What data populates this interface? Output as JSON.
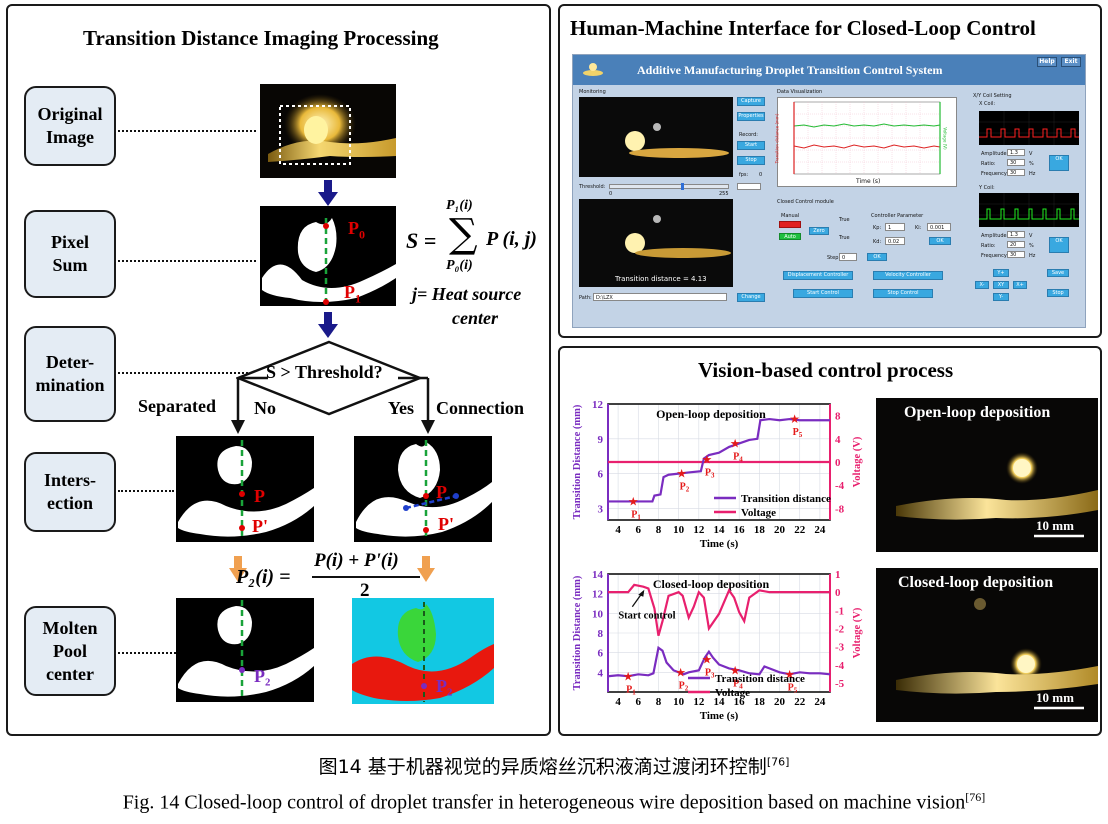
{
  "left": {
    "title": "Transition Distance Imaging Processing",
    "stages": [
      "Original\nImage",
      "Pixel\nSum",
      "Deter-\nmination",
      "Inters-\nection",
      "Molten\nPool\ncenter"
    ],
    "formula_s": "S =",
    "formula_top": "P₁(i)",
    "formula_bottom": "P₀(i)",
    "formula_term": "P (i, j)",
    "formula_j": "j= Heat source",
    "formula_j2": "center",
    "p0": "P",
    "p0_sub": "0",
    "p1": "P",
    "p1_sub": "1",
    "diamond": "S > Threshold?",
    "separated": "Separated",
    "no": "No",
    "yes": "Yes",
    "connection": "Connection",
    "p": "P",
    "p_prime": "P'",
    "p2_lhs": "P₂(i) =",
    "p2_num": "P(i) + P'(i)",
    "p2_den": "2",
    "p2": "P₂"
  },
  "hmi": {
    "title": "Human-Machine Interface for Closed-Loop Control",
    "app_title": "Additive Manufacturing Droplet Transition Control System",
    "help": "Help",
    "exit": "Exit",
    "monitoring": "Monitoring",
    "capture": "Capture",
    "properties": "Properties",
    "record": "Record:",
    "start": "Start",
    "stop": "Stop",
    "fps_label": "fps:",
    "fps_value": "0",
    "threshold": "Threshold:",
    "threshold_min": "0",
    "threshold_max": "255",
    "data_vis": "Data Visualization",
    "chart_y_left": "Transition distance (mm)",
    "chart_y_right": "Voltage (V)",
    "chart_x": "Time (s)",
    "xy_coil": "X/Y Coil Setting",
    "x_coil": "X Coil:",
    "y_coil": "Y Coil:",
    "amplitude": "Amplitude:",
    "ratio": "Ratio:",
    "frequency": "Frequency:",
    "x_amp": "1.3",
    "x_ratio": "30",
    "x_freq": "30",
    "y_amp": "1.3",
    "y_ratio": "20",
    "y_freq": "30",
    "unit_v": "V",
    "unit_pct": "%",
    "unit_hz": "Hz",
    "ok": "OK",
    "closed_module": "Closed Control module",
    "manual": "Manual",
    "auto": "Auto",
    "zero": "Zero",
    "true1": "True",
    "true2": "True",
    "controller_param": "Controller Parameter",
    "kp_label": "Kp:",
    "kp_value": "1",
    "ki_label": "Ki:",
    "ki_value": "0.001",
    "kd_label": "Kd:",
    "kd_value": "0.02",
    "step_label": "Step:",
    "step_value": "0",
    "transition_readout": "Transition distance = 4.13",
    "disp_ctrl": "Displacement Controller",
    "vel_ctrl": "Velocity Controller",
    "start_ctrl": "Start Control",
    "stop_ctrl": "Stop Control",
    "path_label": "Path:",
    "path_value": "D:\\LZX",
    "change": "Change",
    "y_plus": "Y+",
    "y_minus": "Y-",
    "x_minus": "X-",
    "xy": "XY",
    "x_plus": "X+",
    "save": "Save",
    "stop2": "Stop"
  },
  "vision": {
    "title": "Vision-based control process",
    "open_photo": "Open-loop deposition",
    "closed_photo": "Closed-loop deposition",
    "scale": "10 mm",
    "start_control": "Start control"
  },
  "caption": {
    "cn": "图14  基于机器视觉的异质熔丝沉积液滴过渡闭环控制",
    "cn_ref": "[76]",
    "en": "Fig. 14 Closed-loop control of droplet transfer in heterogeneous wire deposition based on machine vision",
    "en_ref": "[76]"
  },
  "chart_data": [
    {
      "type": "line",
      "title": "Open-loop deposition",
      "xlabel": "Time (s)",
      "ylabel": "Transition Distance (mm)",
      "y2label": "Voltage (V)",
      "xlim": [
        3,
        25
      ],
      "ylim": [
        2,
        12
      ],
      "y2lim": [
        -10,
        10
      ],
      "xticks": [
        4,
        6,
        8,
        10,
        12,
        14,
        16,
        18,
        20,
        22,
        24
      ],
      "yticks": [
        3,
        6,
        9,
        12
      ],
      "y2ticks": [
        -8,
        -4,
        0,
        4,
        8
      ],
      "legend": "lower-right",
      "series": [
        {
          "name": "Transition distance",
          "color": "#7a2cc0",
          "x": [
            3,
            7.4,
            7.6,
            8.2,
            8.5,
            9,
            10,
            11,
            12.2,
            12.5,
            13,
            14,
            15,
            16,
            17,
            17.8,
            18.1,
            19,
            20,
            21,
            22,
            23,
            24,
            25
          ],
          "y": [
            3.6,
            3.6,
            4.1,
            4.2,
            5.7,
            5.9,
            6.0,
            6.1,
            6.2,
            7.3,
            7.6,
            7.8,
            8.3,
            8.6,
            8.9,
            9.0,
            10.6,
            10.7,
            10.6,
            10.7,
            10.6,
            10.6,
            10.6,
            10.6
          ]
        },
        {
          "name": "Voltage",
          "color": "#e8206e",
          "x": [
            3,
            25
          ],
          "y": [
            0,
            0
          ]
        }
      ],
      "markers": [
        {
          "label": "P1",
          "x": 5.5,
          "y": 3.6
        },
        {
          "label": "P2",
          "x": 10.3,
          "y": 6.0
        },
        {
          "label": "P3",
          "x": 12.8,
          "y": 7.2
        },
        {
          "label": "P4",
          "x": 15.6,
          "y": 8.6
        },
        {
          "label": "P5",
          "x": 21.5,
          "y": 10.7
        }
      ]
    },
    {
      "type": "line",
      "title": "Closed-loop deposition",
      "xlabel": "Time (s)",
      "ylabel": "Transition Distance (mm)",
      "y2label": "Voltage (V)",
      "xlim": [
        3,
        25
      ],
      "ylim": [
        2,
        14
      ],
      "y2lim": [
        -5.5,
        1
      ],
      "xticks": [
        4,
        6,
        8,
        10,
        12,
        14,
        16,
        18,
        20,
        22,
        24
      ],
      "yticks": [
        4,
        6,
        8,
        10,
        12,
        14
      ],
      "y2ticks": [
        1,
        0,
        -1,
        -2,
        -3,
        -4,
        -5
      ],
      "legend": "lower-center",
      "series": [
        {
          "name": "Transition distance",
          "color": "#7a2cc0",
          "x": [
            3,
            4,
            5,
            6,
            7,
            7.5,
            8,
            8.4,
            8.8,
            9.5,
            10,
            10.5,
            11,
            12,
            12.6,
            13,
            13.4,
            14,
            15,
            16,
            17,
            18,
            18.5,
            19,
            20,
            21,
            22,
            23,
            24,
            25
          ],
          "y": [
            3.6,
            3.7,
            3.6,
            3.8,
            3.7,
            3.9,
            6.5,
            6.2,
            5.0,
            4.2,
            4.0,
            3.8,
            4.0,
            4.2,
            5.5,
            6.1,
            5.5,
            4.8,
            4.4,
            4.2,
            3.9,
            3.8,
            4.6,
            4.4,
            4.0,
            3.8,
            4.0,
            3.9,
            3.9,
            3.8
          ]
        },
        {
          "name": "Voltage",
          "color": "#e8206e",
          "x": [
            3,
            4,
            5,
            5.6,
            6.5,
            7,
            7.6,
            8,
            8.4,
            9,
            10,
            10.4,
            11,
            11.5,
            12,
            12.5,
            13,
            14,
            15,
            15.5,
            16,
            16.5,
            17,
            18,
            19,
            20,
            21,
            22,
            23,
            24,
            25
          ],
          "y": [
            0,
            0,
            0,
            0.4,
            0.3,
            0.2,
            -0.9,
            -2.4,
            -1.6,
            -0.2,
            0.0,
            -0.2,
            -1.4,
            -0.8,
            0.0,
            -0.3,
            -2.0,
            -1.2,
            0.1,
            -0.3,
            -1.1,
            -1.6,
            -0.3,
            0.1,
            0.0,
            0.0,
            0.0,
            0.0,
            0.0,
            0.0,
            0.0
          ]
        }
      ],
      "markers": [
        {
          "label": "P1",
          "x": 5.0,
          "y": 3.6
        },
        {
          "label": "P2",
          "x": 10.2,
          "y": 4.0
        },
        {
          "label": "P3",
          "x": 12.8,
          "y": 5.3
        },
        {
          "label": "P4",
          "x": 15.6,
          "y": 4.2
        },
        {
          "label": "P5",
          "x": 21.0,
          "y": 3.8
        }
      ]
    }
  ]
}
